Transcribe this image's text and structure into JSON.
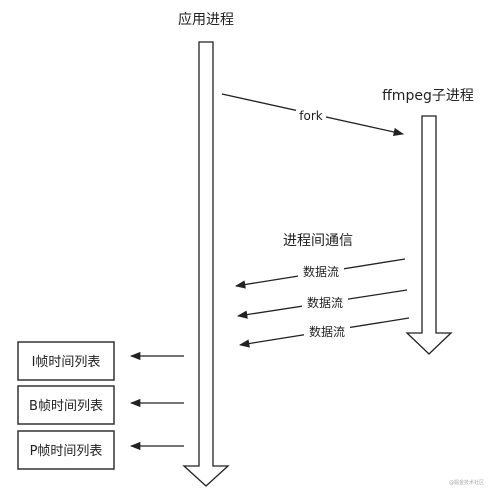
{
  "diagram": {
    "app_process_label": "应用进程",
    "child_process_label": "ffmpeg子进程",
    "fork_label": "fork",
    "ipc_label": "进程间通信",
    "stream_labels": [
      "数据流",
      "数据流",
      "数据流"
    ],
    "timeline_boxes": [
      "I帧时间列表",
      "B帧时间列表",
      "P帧时间列表"
    ],
    "watermark": "@掘金技术社区",
    "colors": {
      "line": "#222222",
      "box_border": "#333333",
      "background": "#ffffff"
    }
  }
}
